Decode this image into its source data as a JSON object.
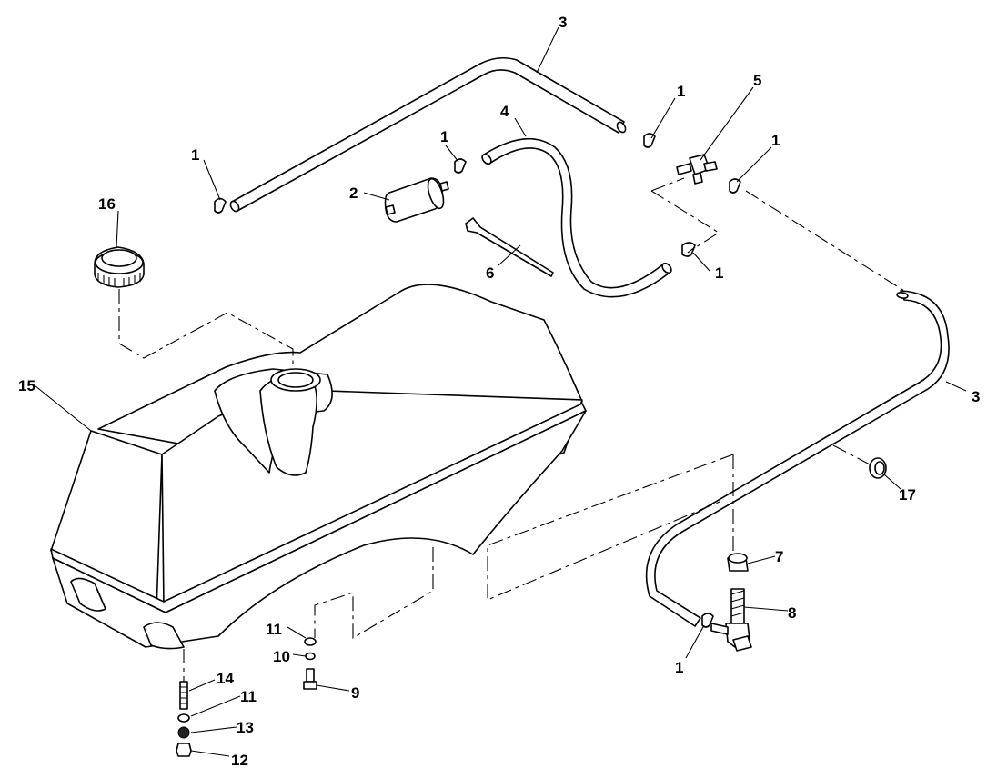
{
  "callouts": {
    "c1a": "1",
    "c1b": "1",
    "c1c": "1",
    "c1d": "1",
    "c1e": "1",
    "c1f": "1",
    "c2": "2",
    "c3a": "3",
    "c3b": "3",
    "c4": "4",
    "c5": "5",
    "c6": "6",
    "c7": "7",
    "c8": "8",
    "c9": "9",
    "c10": "10",
    "c11a": "11",
    "c11b": "11",
    "c12": "12",
    "c13": "13",
    "c14": "14",
    "c15": "15",
    "c16": "16",
    "c17": "17"
  },
  "icons": {
    "hose-clamp": "hose-clamp-icon",
    "fuel-filter": "fuel-filter-icon",
    "vent-tube": "vent-tube-icon",
    "fuel-hose": "fuel-hose-icon",
    "tee-fitting": "tee-fitting-icon",
    "cable-tie": "cable-tie-icon",
    "bushing": "bushing-icon",
    "shutoff-valve": "shutoff-valve-icon",
    "fuel-tank": "fuel-tank-icon",
    "fuel-cap": "fuel-cap-icon",
    "grommet": "grommet-icon"
  },
  "colors": {
    "line": "#000000",
    "background": "#ffffff"
  }
}
